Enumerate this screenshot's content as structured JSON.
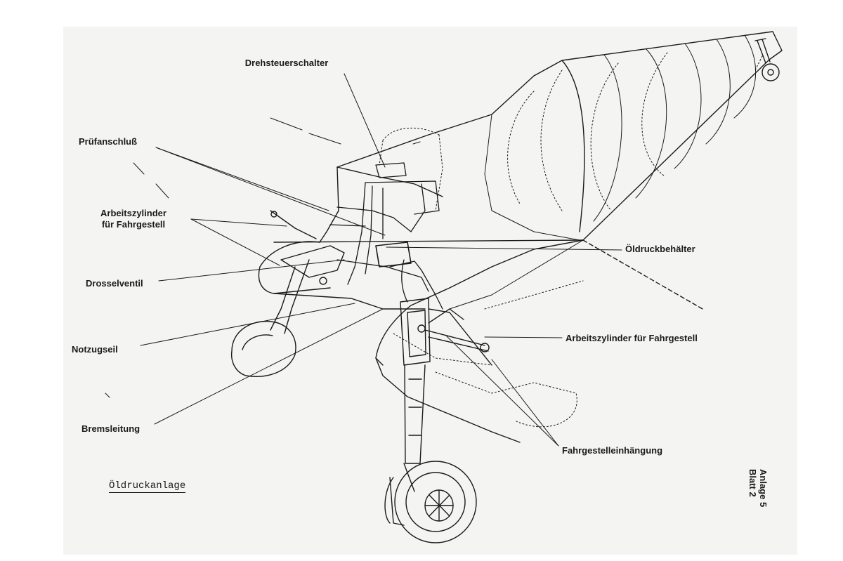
{
  "labels": {
    "drehsteuerschalter": "Drehsteuerschalter",
    "pruefanschluss": "Prüfanschluß",
    "arbeitszylinder_left_line1": "Arbeitszylinder",
    "arbeitszylinder_left_line2": "für Fahrgestell",
    "drosselventil": "Drosselventil",
    "notzugseil": "Notzugseil",
    "bremsleitung": "Bremsleitung",
    "oeldruckbehaelter": "Öldruckbehälter",
    "arbeitszylinder_right": "Arbeitszylinder für Fahrgestell",
    "fahrgestelleinhaengung": "Fahrgestelleinhängung"
  },
  "document": {
    "title": "Öldruckanlage",
    "sheet_line1": "Anlage 5",
    "sheet_line2": "Blatt 2"
  },
  "colors": {
    "ink": "#1a1a1a",
    "paper": "#f4f4f2"
  }
}
